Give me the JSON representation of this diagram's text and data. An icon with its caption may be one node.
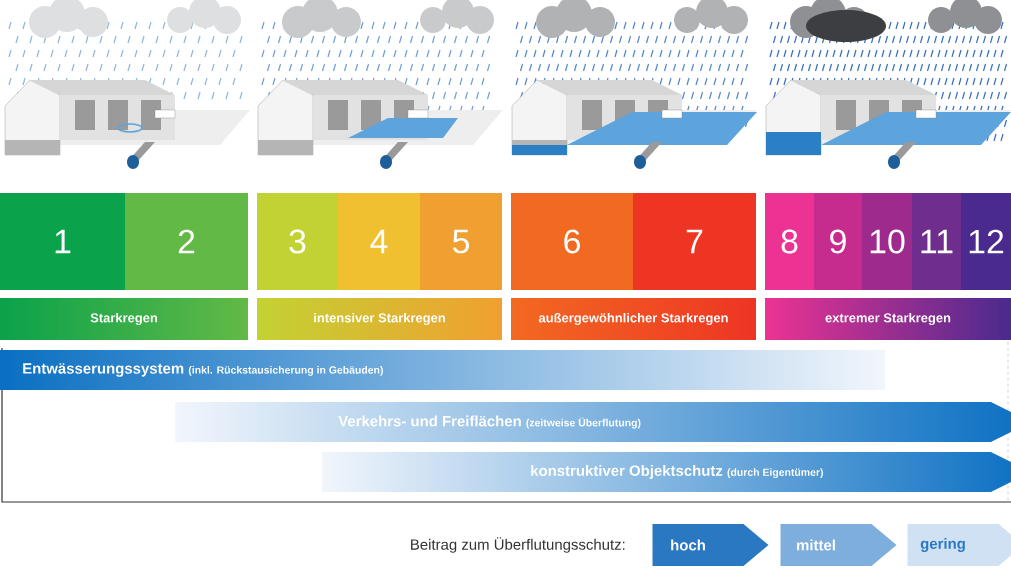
{
  "diagram": {
    "nodes": [
      {
        "text": [
          "1"
        ]
      },
      {
        "text": [
          "2"
        ]
      },
      {
        "text": [
          "3"
        ]
      },
      {
        "text": [
          "4"
        ]
      },
      {
        "text": [
          "5"
        ]
      },
      {
        "text": [
          "6"
        ]
      },
      {
        "text": [
          "7"
        ]
      },
      {
        "text": [
          "8"
        ]
      },
      {
        "text": [
          "9"
        ]
      },
      {
        "text": [
          "10"
        ]
      },
      {
        "text": [
          "11"
        ]
      },
      {
        "text": [
          "12"
        ]
      },
      {
        "text": [
          "Starkregen"
        ]
      },
      {
        "text": [
          "intensiver Starkregen"
        ]
      },
      {
        "text": [
          "außergewöhnlicher Starkregen"
        ]
      },
      {
        "text": [
          "extremer Starkregen"
        ]
      },
      {
        "text": [
          "Entwässerungssystem",
          "(inkl. Rückstausicherung in Gebäuden)"
        ]
      },
      {
        "text": [
          "Verkehrs- und Freiflächen",
          "(zeitweise Überflutung)"
        ]
      },
      {
        "text": [
          "konstruktiver Objektschutz",
          "(durch Eigentümer)"
        ]
      }
    ],
    "labels": [
      "Beitrag zum Überflutungsschutz:"
    ],
    "legend": [
      {
        "text": "hoch",
        "color": "#2a78c2"
      },
      {
        "text": "mittel",
        "color": "#7eaedc"
      },
      {
        "text": "gering",
        "color": "#cfe1f3"
      }
    ]
  }
}
